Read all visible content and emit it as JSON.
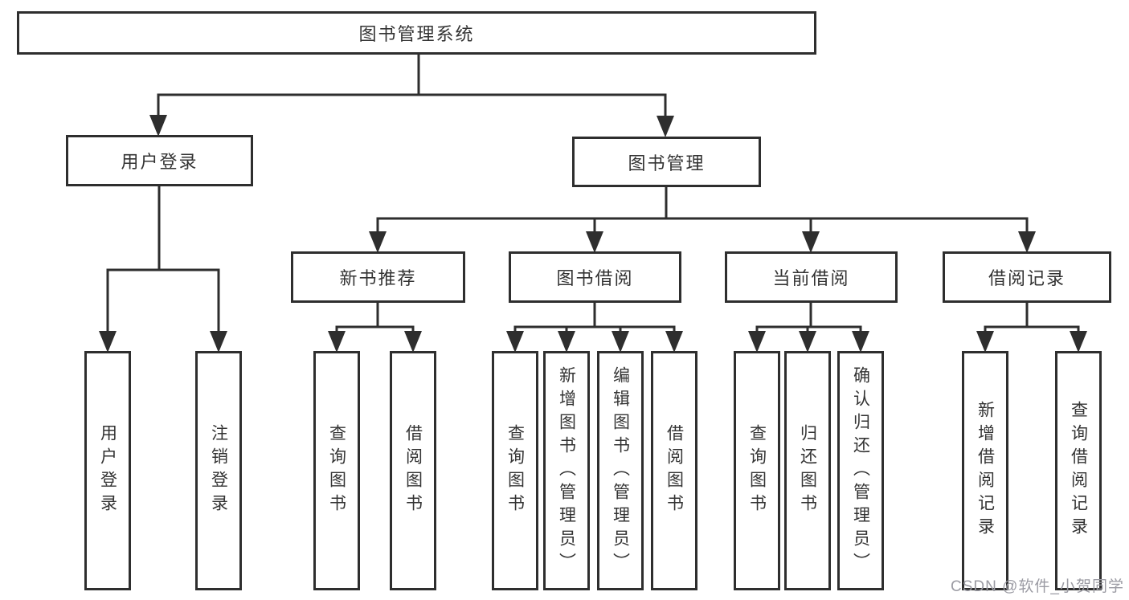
{
  "diagram": {
    "title": "图书管理系统",
    "root": {
      "label": "图书管理系统"
    },
    "level2": {
      "user_login": {
        "label": "用户登录"
      },
      "book_management": {
        "label": "图书管理"
      }
    },
    "level3": {
      "new_book_recommend": {
        "label": "新书推荐"
      },
      "book_borrowing": {
        "label": "图书借阅"
      },
      "current_borrowing": {
        "label": "当前借阅"
      },
      "borrowing_records": {
        "label": "借阅记录"
      }
    },
    "leaves": {
      "user_login": {
        "label": "用户登录"
      },
      "logout": {
        "label": "注销登录"
      },
      "recommend_query_books": {
        "label": "查询图书"
      },
      "recommend_borrow_books": {
        "label": "借阅图书"
      },
      "borrowing_query_books": {
        "label": "查询图书"
      },
      "borrowing_add_books": {
        "label": "新增图书（管理员）"
      },
      "borrowing_edit_books": {
        "label": "编辑图书（管理员）"
      },
      "borrowing_borrow_books": {
        "label": "借阅图书"
      },
      "current_query_books": {
        "label": "查询图书"
      },
      "current_return_books": {
        "label": "归还图书"
      },
      "current_confirm_return": {
        "label": "确认归还（管理员）"
      },
      "records_add_record": {
        "label": "新增借阅记录"
      },
      "records_query_record": {
        "label": "查询借阅记录"
      }
    }
  },
  "watermark": {
    "text": "CSDN @软件_小贺同学"
  },
  "colors": {
    "line": "#2e2e2e",
    "text": "#333333",
    "watermark": "#9b9ba3",
    "background": "#ffffff"
  }
}
